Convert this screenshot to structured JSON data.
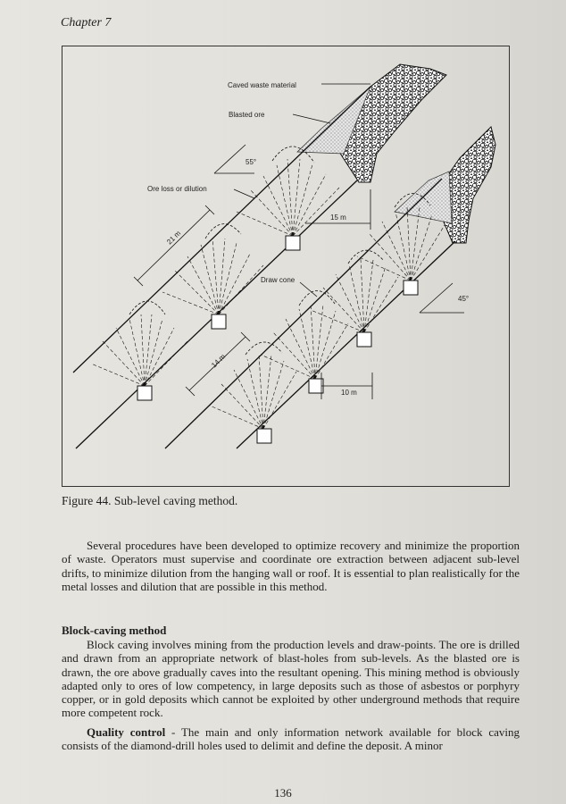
{
  "header": {
    "chapter": "Chapter 7"
  },
  "figure": {
    "labels": {
      "caved_waste": "Caved waste material",
      "blasted_ore": "Blasted ore",
      "ore_loss": "Ore loss or dilution",
      "angle_55": "55°",
      "angle_45": "45°",
      "draw_cone": "Draw cone",
      "dim_21m": "21 m",
      "dim_15m": "15 m",
      "dim_14m": "14 m",
      "dim_10m": "10 m"
    },
    "caption": "Figure 44. Sub-level caving method."
  },
  "text": {
    "paragraph1": "Several procedures have been developed to optimize recovery and minimize the proportion of waste. Operators must supervise and coordinate ore extraction between adjacent sub-level drifts, to minimize dilution from the hanging wall or roof. It is essential to plan realistically for the metal losses and dilution that are possible in this method.",
    "block_heading": "Block-caving method",
    "paragraph2": "Block caving involves mining from the production levels and draw-points. The ore is drilled and drawn from an appropriate network of blast-holes from sub-levels. As the blasted ore is drawn, the ore above gradually caves into the resultant opening. This mining method is obviously adapted only to ores of low competency, in large deposits such as those of asbestos or porphyry copper, or in gold deposits which cannot be exploited by other underground methods that require more competent rock.",
    "qc_heading": "Quality control",
    "paragraph3": " - The main and only information network available for block caving consists of the diamond-drill holes used to delimit and define the deposit. A minor"
  },
  "footer": {
    "page_number": "136"
  }
}
